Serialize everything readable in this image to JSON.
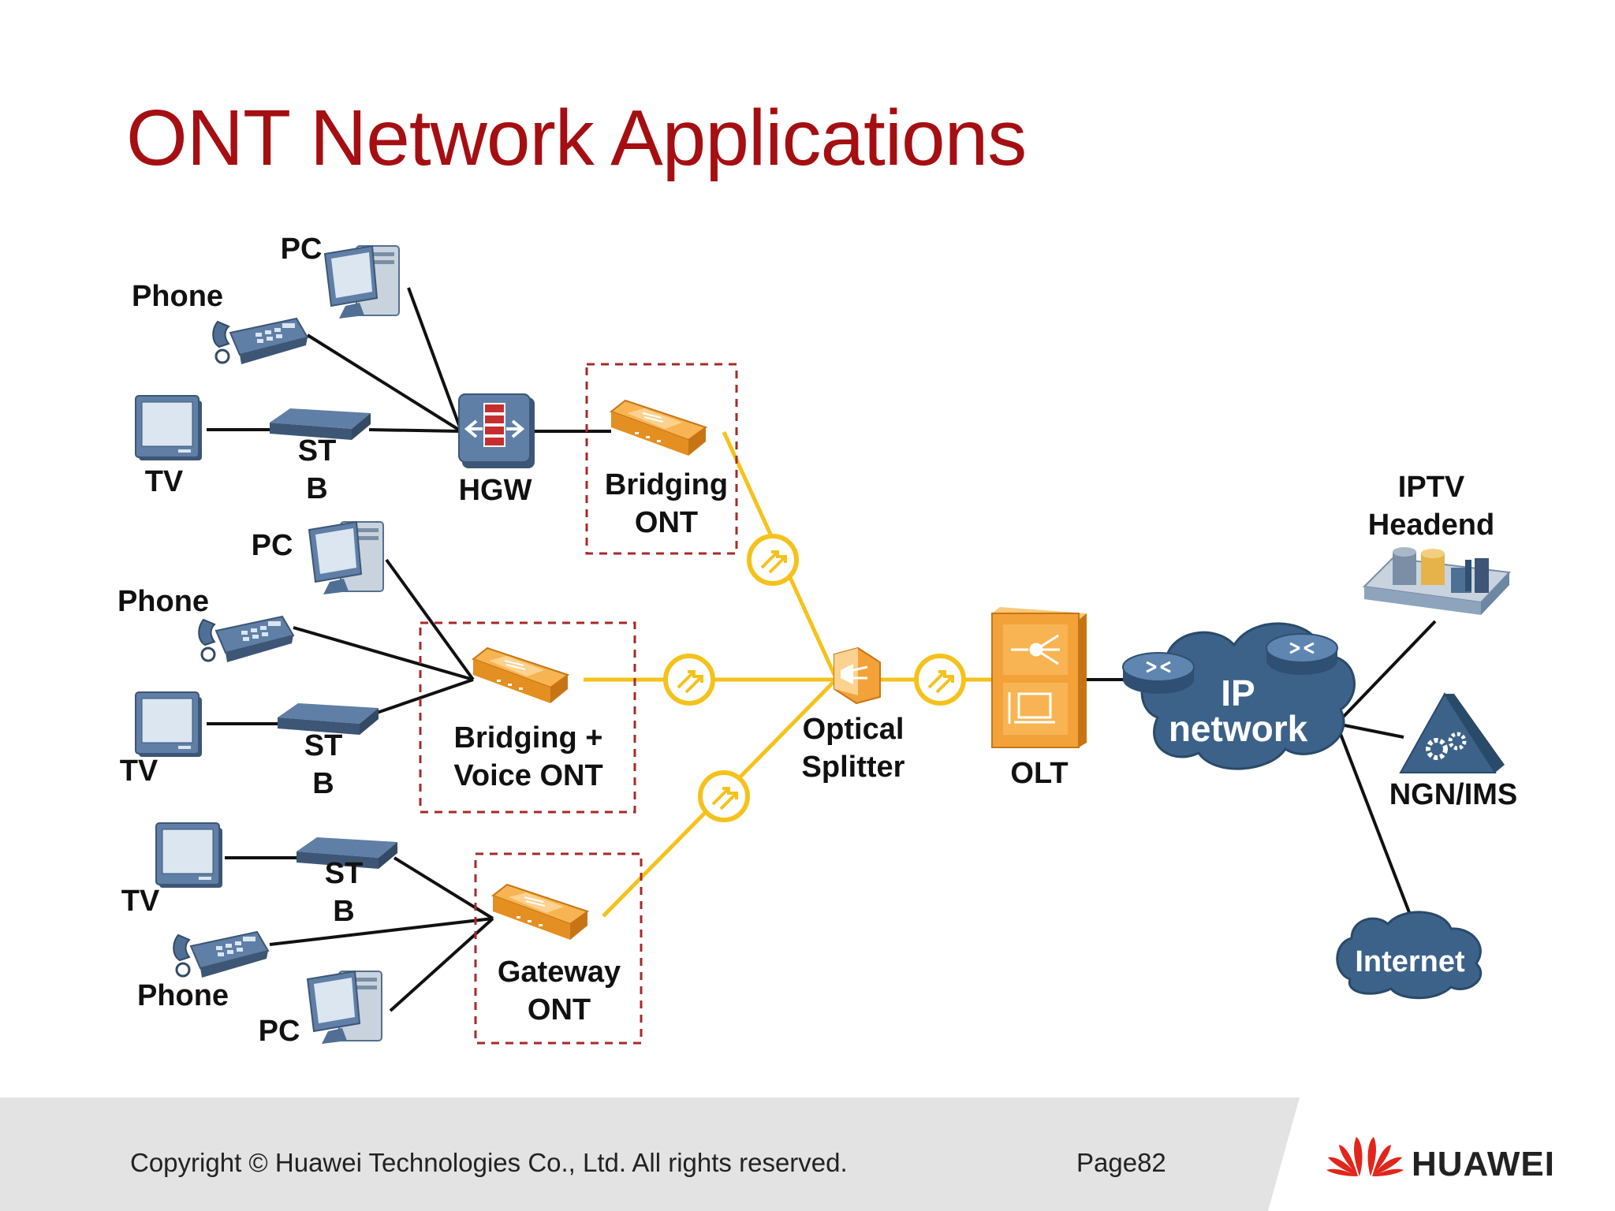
{
  "title": "ONT Network Applications",
  "labels": {
    "pc1": "PC",
    "phone1": "Phone",
    "tv1": "TV",
    "stb1_a": "ST",
    "stb1_b": "B",
    "hgw": "HGW",
    "bridging_ont_a": "Bridging",
    "bridging_ont_b": "ONT",
    "pc2": "PC",
    "phone2": "Phone",
    "tv2": "TV",
    "stb2_a": "ST",
    "stb2_b": "B",
    "voice_ont_a": "Bridging +",
    "voice_ont_b": "Voice ONT",
    "tv3": "TV",
    "stb3_a": "ST",
    "stb3_b": "B",
    "phone3": "Phone",
    "pc3": "PC",
    "gateway_ont_a": "Gateway",
    "gateway_ont_b": "ONT",
    "splitter_a": "Optical",
    "splitter_b": "Splitter",
    "olt": "OLT",
    "ip_network_a": "IP",
    "ip_network_b": "network",
    "iptv_a": "IPTV",
    "iptv_b": "Headend",
    "ngn": "NGN/IMS",
    "internet": "Internet"
  },
  "footer": {
    "copyright": "Copyright © Huawei Technologies Co., Ltd. All rights reserved.",
    "page": "Page82",
    "brand": "HUAWEI"
  },
  "colors": {
    "title": "#a50f12",
    "fiber": "#f5c21c",
    "ont": "#f3a23a",
    "device_blue": "#4f6f95",
    "cloud": "#3c6289",
    "dashed_box": "#a52a2a"
  }
}
